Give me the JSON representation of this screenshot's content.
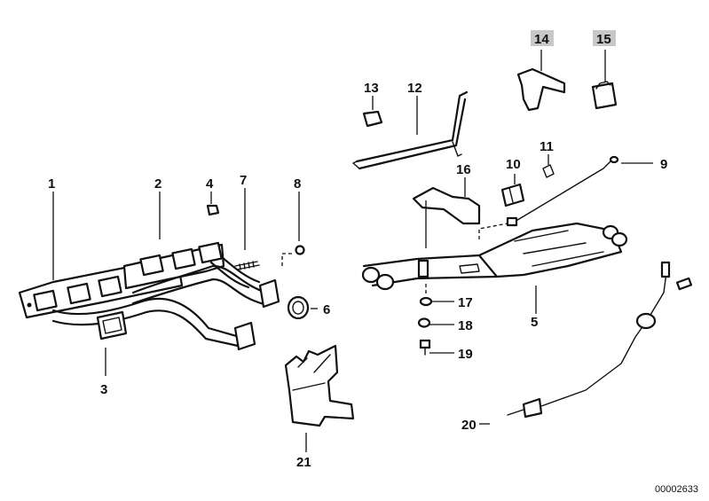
{
  "diagram": {
    "doc_number": "00002633",
    "callouts": {
      "c1": "1",
      "c2": "2",
      "c3": "3",
      "c4": "4",
      "c5": "5",
      "c6": "6",
      "c7": "7",
      "c8": "8",
      "c9": "9",
      "c10": "10",
      "c11": "11",
      "c12": "12",
      "c13": "13",
      "c14": "14",
      "c15": "15",
      "c16": "16",
      "c17": "17",
      "c18": "18",
      "c19": "19",
      "c20": "20",
      "c21": "21"
    },
    "highlighted_callouts": [
      "14",
      "15"
    ],
    "colors": {
      "line": "#111111",
      "highlight": "#c8c8c8",
      "background": "#ffffff"
    }
  }
}
